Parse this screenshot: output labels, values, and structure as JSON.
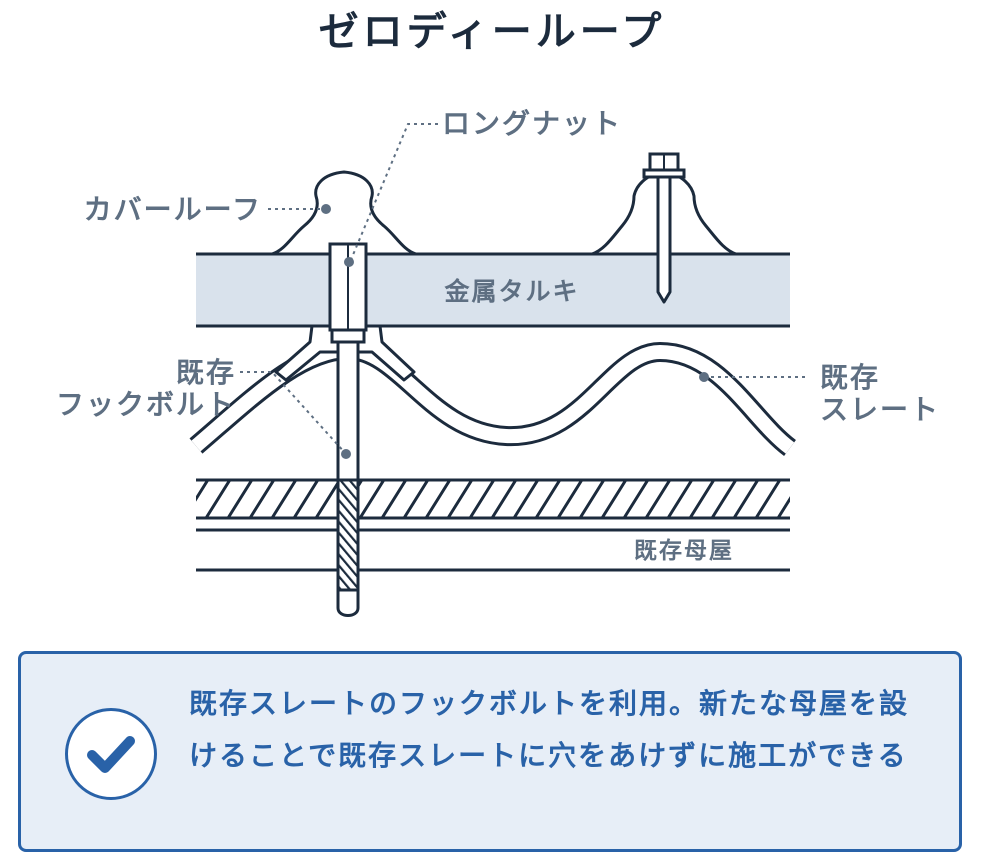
{
  "title": "ゼロディーループ",
  "labels": {
    "long_nut": "ロングナット",
    "cover_roof": "カバールーフ",
    "metal_purlin": "金属タルキ",
    "existing_hook_bolt_line1": "既存",
    "existing_hook_bolt_line2": "フックボルト",
    "existing_slate_line1": "既存",
    "existing_slate_line2": "スレート",
    "existing_purlin": "既存母屋"
  },
  "note": {
    "icon": "check-icon",
    "text": "既存スレートのフックボルトを利用。新たな母屋を設けることで既存スレートに穴をあけずに施工ができる"
  },
  "colors": {
    "line": "#1c2b3d",
    "label": "#5e6f82",
    "purlin_fill": "#d9e2ec",
    "accent": "#2962a8",
    "note_bg": "#e7eef7"
  }
}
